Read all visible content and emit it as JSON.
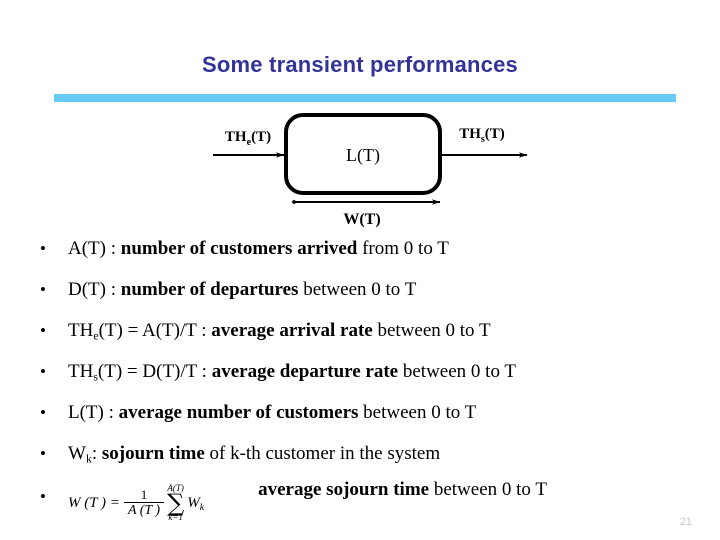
{
  "slide": {
    "title": "Some transient performances",
    "page_number": "21",
    "accent_bar_color": "#66ccf5",
    "title_color": "#333399",
    "page_number_color": "#c8c8c8"
  },
  "diagram": {
    "name": "queueing-system-block-diagram",
    "box_label": "L(T)",
    "input_label_main": "TH",
    "input_label_sub": "e",
    "input_label_tail": "(T)",
    "output_label_main": "TH",
    "output_label_sub": "s",
    "output_label_tail": "(T)",
    "span_label": "W(T)"
  },
  "bullets": [
    {
      "dot": "•",
      "parts": [
        {
          "text": "A(T) : ",
          "style": "normal"
        },
        {
          "text": "number of customers arrived ",
          "style": "bold"
        },
        {
          "text": "from 0 to T",
          "style": "normal"
        }
      ]
    },
    {
      "dot": "•",
      "parts": [
        {
          "text": "D(T) : ",
          "style": "normal"
        },
        {
          "text": "number of departures ",
          "style": "bold"
        },
        {
          "text": "between 0 to T",
          "style": "normal"
        }
      ]
    },
    {
      "dot": "•",
      "parts": [
        {
          "text": "TH",
          "style": "normal"
        },
        {
          "text": "e",
          "style": "sub"
        },
        {
          "text": "(T) = A(T)/T : ",
          "style": "normal"
        },
        {
          "text": "average arrival rate ",
          "style": "bold"
        },
        {
          "text": "between 0 to T",
          "style": "normal"
        }
      ]
    },
    {
      "dot": "•",
      "parts": [
        {
          "text": "TH",
          "style": "normal"
        },
        {
          "text": "s",
          "style": "sub"
        },
        {
          "text": "(T) = D(T)/T : ",
          "style": "normal"
        },
        {
          "text": "average departure rate ",
          "style": "bold"
        },
        {
          "text": "between 0 to T",
          "style": "normal"
        }
      ]
    },
    {
      "dot": "•",
      "parts": [
        {
          "text": "L(T) : ",
          "style": "normal"
        },
        {
          "text": "average number of customers ",
          "style": "bold"
        },
        {
          "text": "between 0 to T",
          "style": "normal"
        }
      ]
    },
    {
      "dot": "•",
      "parts": [
        {
          "text": "W",
          "style": "normal"
        },
        {
          "text": "k",
          "style": "sub"
        },
        {
          "text": ":  ",
          "style": "normal"
        },
        {
          "text": "sojourn time ",
          "style": "bold"
        },
        {
          "text": "of k-th customer in the system",
          "style": "normal"
        }
      ]
    }
  ],
  "equation_bullet": {
    "dot": "•",
    "lhs": "W (T ) =",
    "fraction_numerator": "1",
    "fraction_denominator": "A (T )",
    "sum_upper_limit": "A(T)",
    "sum_symbol": "∑",
    "sum_lower_limit": "k=1",
    "summand_main": "W",
    "summand_sub": "k",
    "caption_parts": [
      {
        "text": "average sojourn time ",
        "style": "bold"
      },
      {
        "text": "between 0 to T",
        "style": "normal"
      }
    ]
  }
}
